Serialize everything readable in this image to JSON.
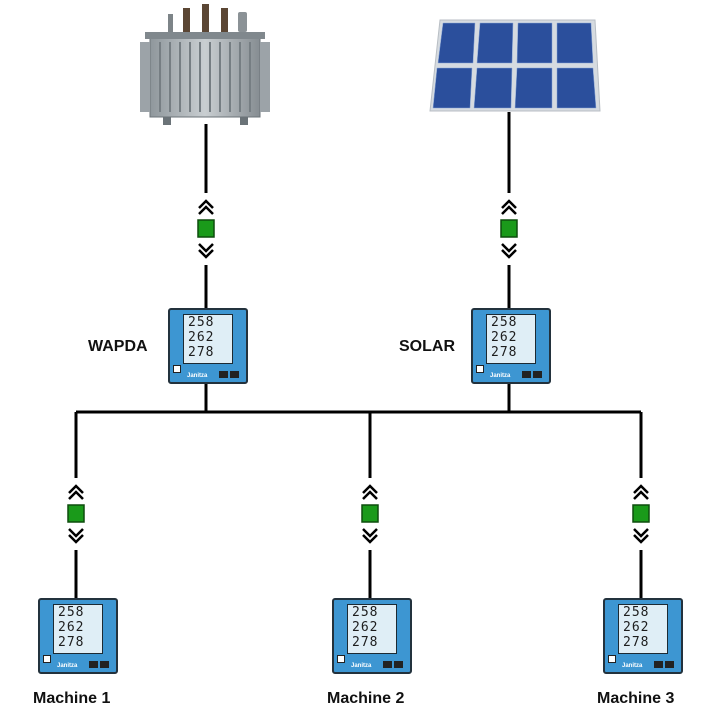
{
  "sources": {
    "wapda_label": "WAPDA",
    "solar_label": "SOLAR"
  },
  "machines": [
    {
      "label": "Machine 1"
    },
    {
      "label": "Machine 2"
    },
    {
      "label": "Machine 3"
    }
  ],
  "meter_display": {
    "line1": "258",
    "line2": "262",
    "line3": "278",
    "brand": "Janitza"
  },
  "colors": {
    "line": "#000000",
    "comm_node": "#1a9a1a",
    "meter_body": "#3d96d2",
    "solar_cell": "#2b4f9c"
  },
  "icons": [
    "transformer-icon",
    "solar-panel-icon",
    "energy-meter-icon",
    "bidirectional-arrow-icon"
  ]
}
